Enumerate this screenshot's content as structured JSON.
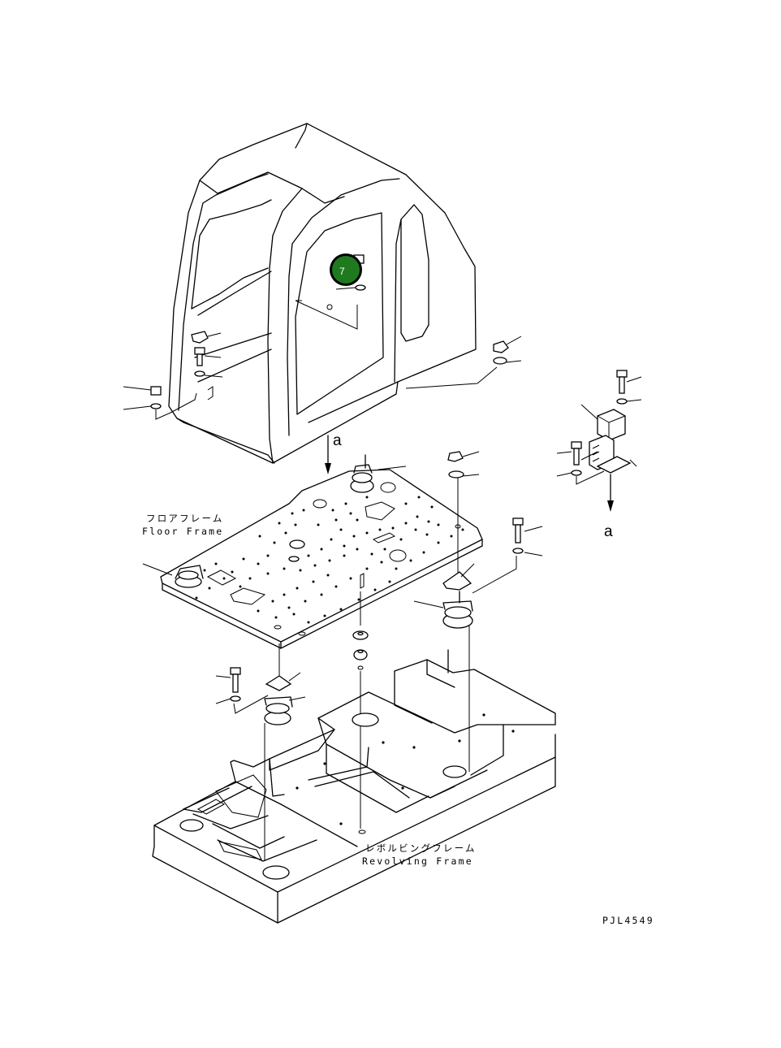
{
  "labels": {
    "floor_frame_jp": "フロアフレーム",
    "floor_frame_en": "Floor Frame",
    "revolving_frame_jp": "レボルビングフレーム",
    "revolving_frame_en": "Revolving Frame",
    "view_arrow_top": "a",
    "view_arrow_right": "a",
    "drawing_number": "PJL4549"
  },
  "callout": {
    "number": "7",
    "color": "#1f7a1f"
  }
}
